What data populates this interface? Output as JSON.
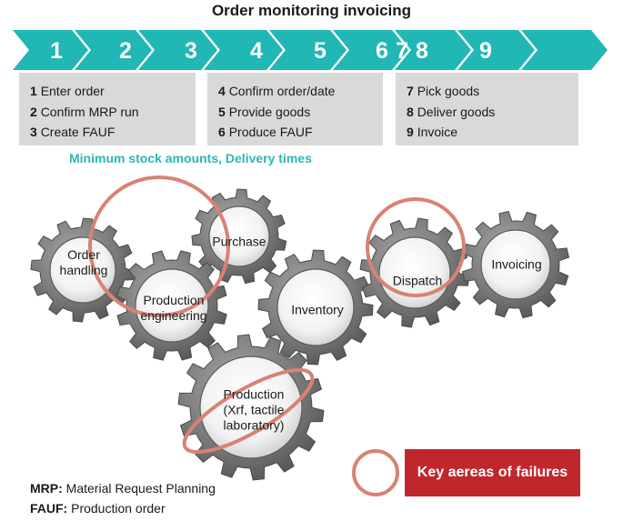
{
  "title": "Order monitoring invoicing",
  "colors": {
    "arrow": "#21b7b4",
    "box": "#d9d9d9",
    "gear": "#777777",
    "circle": "#d98273",
    "key_box": "#c0272d",
    "subtitle": "#2fb6b6"
  },
  "process_arrow": {
    "numbers": [
      "1",
      "2",
      "3",
      "4",
      "5",
      "6",
      "7",
      "8",
      "9"
    ]
  },
  "step_groups": [
    {
      "items": [
        {
          "num": "1",
          "text": "Enter order"
        },
        {
          "num": "2",
          "text": "Confirm MRP run"
        },
        {
          "num": "3",
          "text": "Create FAUF"
        }
      ]
    },
    {
      "items": [
        {
          "num": "4",
          "text": "Confirm order/date"
        },
        {
          "num": "5",
          "text": "Provide goods"
        },
        {
          "num": "6",
          "text": "Produce FAUF"
        }
      ]
    },
    {
      "items": [
        {
          "num": "7",
          "text": "Pick goods"
        },
        {
          "num": "8",
          "text": "Deliver goods"
        },
        {
          "num": "9",
          "text": "Invoice"
        }
      ]
    }
  ],
  "subtitle": "Minimum stock amounts, Delivery times",
  "gears": {
    "order_handling": "Order\nhandling",
    "purchase": "Purchase",
    "production_engineering": "Production\nengineering",
    "inventory": "Inventory",
    "dispatch": "Dispatch",
    "invoicing": "Invoicing",
    "production": "Production\n(Xrf, tactile\nlaboratory)"
  },
  "legend": {
    "label": "Key aereas of failures"
  },
  "abbreviations": [
    {
      "abbr": "MRP:",
      "text": "Material Request Planning"
    },
    {
      "abbr": "FAUF:",
      "text": "Production order"
    }
  ]
}
